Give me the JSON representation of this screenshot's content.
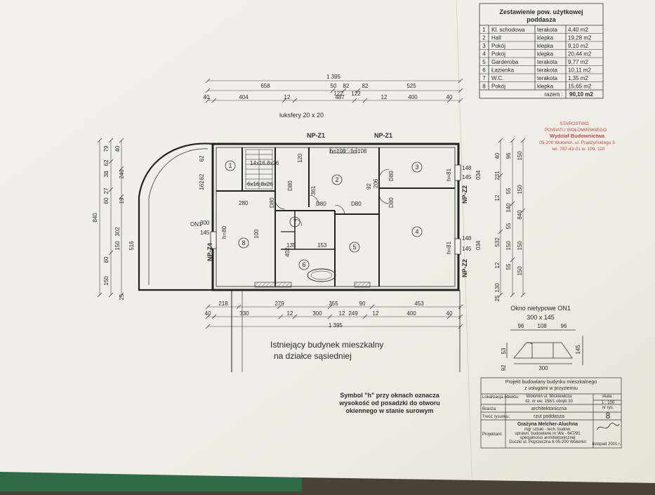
{
  "area_table": {
    "title_line1": "Zestawienie pow. użytkowej",
    "title_line2": "poddasza",
    "rows": [
      {
        "no": "1",
        "name": "Kl. schodowa",
        "floor": "terakota",
        "area": "4,40 m2"
      },
      {
        "no": "2",
        "name": "Hall",
        "floor": "klepka",
        "area": "19,28 m2"
      },
      {
        "no": "3",
        "name": "Pokój",
        "floor": "klepka",
        "area": "9,10 m2"
      },
      {
        "no": "4",
        "name": "Pokój",
        "floor": "klepka",
        "area": "20,44 m2"
      },
      {
        "no": "5",
        "name": "Garderoba",
        "floor": "terakota",
        "area": "9,77 m2"
      },
      {
        "no": "6",
        "name": "Łazienka",
        "floor": "terakota",
        "area": "10,11 m2"
      },
      {
        "no": "7",
        "name": "W.C.",
        "floor": "terakota",
        "area": "1,35 m2"
      },
      {
        "no": "8",
        "name": "Pokój",
        "floor": "klepka",
        "area": "15,65 m2"
      }
    ],
    "total_label": "razem :",
    "total_value": "90,10 m2"
  },
  "plan": {
    "dims_top": [
      "1 395",
      "50",
      "658",
      "82",
      "82",
      "122",
      "122",
      "525",
      "40",
      "404",
      "12",
      "487",
      "12",
      "400",
      "40"
    ],
    "dims_bottom": [
      "218",
      "279",
      "355",
      "90",
      "453",
      "40",
      "330",
      "12",
      "300",
      "12",
      "249",
      "12",
      "400",
      "40",
      "1 395"
    ],
    "dims_left": [
      "840",
      "516",
      "302",
      "150",
      "150",
      "60",
      "25",
      "79",
      "62",
      "62",
      "62",
      "40",
      "240",
      "162",
      "38",
      "27",
      "60",
      "19"
    ],
    "dims_right": [
      "40",
      "96",
      "150",
      "231",
      "12",
      "55",
      "55",
      "150",
      "140",
      "840",
      "532",
      "150",
      "150",
      "55",
      "130",
      "25",
      "12",
      "150"
    ],
    "labels": {
      "luksfery": "luksfery 20 x 20",
      "npz1_a": "NP-Z1",
      "npz1_b": "NP-Z1",
      "npz2_a": "NP-Z2",
      "npz2_b": "NP-Z2",
      "npz4": "NP-Z4",
      "h108_a": "h=108",
      "h108_b": "h=108",
      "h81_a": "h=81",
      "h81_b": "h=81",
      "h80": "h=80",
      "stairs1": "14x16,8x26",
      "stairs2": "6x16,8x26",
      "on1": "ON1",
      "on1_dim1": "300",
      "on1_dim2": "145",
      "d80": "D80",
      "r034": "034",
      "d280": "280",
      "d361": "361",
      "d120": "120",
      "d100": "100",
      "d135": "135",
      "d153": "153",
      "d402": "402",
      "d206": "206",
      "d92": "92",
      "d148": "148",
      "d145": "145"
    },
    "room_numbers": [
      "1",
      "2",
      "3",
      "4",
      "5",
      "6",
      "7",
      "8"
    ],
    "existing_line1": "Istniejący budynek mieszkalny",
    "existing_line2": "na działce sąsiedniej"
  },
  "window_detail": {
    "title1": "Okno nietypowe ON1",
    "title2": "300 x 145",
    "dims": [
      "96",
      "108",
      "96",
      "53",
      "92",
      "145",
      "300"
    ]
  },
  "note": {
    "line1": "Symbol \"h\" przy oknach oznacza",
    "line2": "wysokość od posadzki do otworu",
    "line3": "okiennego w stanie surowym"
  },
  "stamp": {
    "line1": "STAROSTWO",
    "line2": "POWIATU WOŁOMIŃSKIEGO",
    "line3": "Wydział Budownictwa",
    "line4": "05-200 Wołomin, ul. Prądzyńskiego 3",
    "line5": "tel. 787-43-01 w. 109, 110"
  },
  "title_block": {
    "header1": "Projekt budowlany budynku mieszkalnego",
    "header2": "z usługami w przyziemiu",
    "loc_label": "Lokalizacja obiektu:",
    "loc_value1": "Wołomin ul. Mickiewicza",
    "loc_value2": "dz. nr ew. 158/1 obręb 30",
    "scale_label": "skala :",
    "scale_value": "1 : 100",
    "branch_label": "Branża:",
    "branch_value": "architektoniczna",
    "sheet_label": "nr rys.",
    "sheet_value": "8",
    "drawing_label": "Treść rysunku:",
    "drawing_value": "rzut poddasza",
    "designer_label": "Projektant:",
    "designer_name": "Grażyna Melcher-Aluchna",
    "designer_l2": "mgr sztuki - tech. budow.",
    "designer_l3": "uprawn. budowlane nr Wa - 647/91",
    "designer_l4": "specjalności architektonicznej",
    "designer_l5": "Duczki ul. Poprzeczna 6 05-200 Wołomin",
    "date": "listopad 2001 r."
  },
  "colors": {
    "paper": "#f3f2ec",
    "ink": "#2b2b2b",
    "stamp_red": "#c8463e",
    "background_wood": "#4a4238",
    "mat_green": "#2f6b45"
  }
}
